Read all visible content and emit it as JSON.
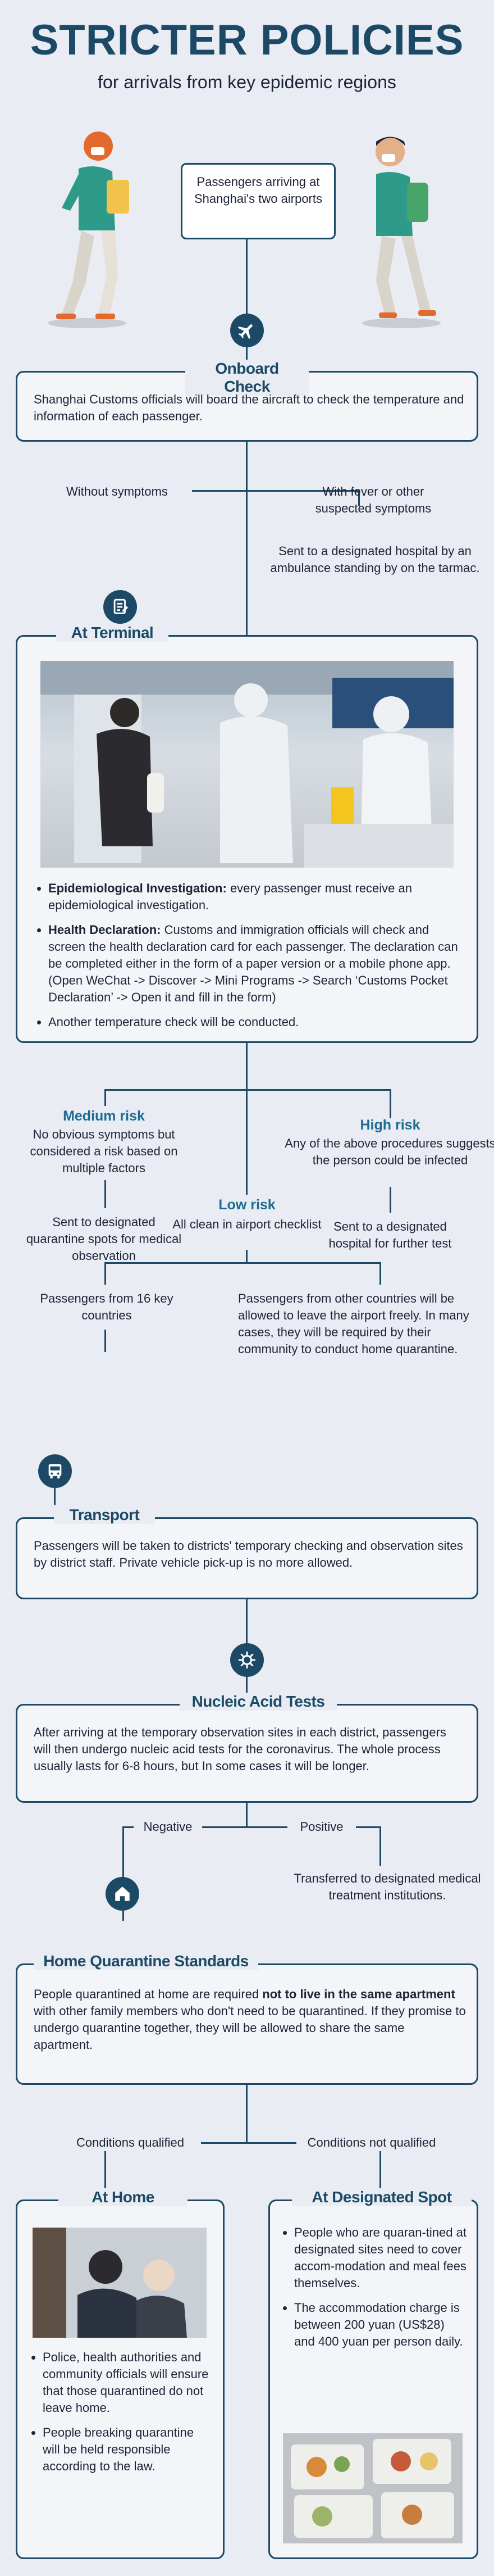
{
  "header": {
    "title": "STRICTER POLICIES",
    "subtitle": "for arrivals from key epidemic regions"
  },
  "intro": {
    "passengers": "Passengers arriving at Shanghai's two airports"
  },
  "onboard": {
    "title": "Onboard Check",
    "text": "Shanghai Customs officials will board the aircraft to check the temperature and information of each passenger.",
    "without_symptoms": "Without symptoms",
    "with_fever": "With fever or other suspected symptoms",
    "sent_hospital": "Sent to a designated hospital by an ambulance standing by on the tarmac."
  },
  "terminal": {
    "title": "At Terminal",
    "bullets": [
      {
        "bold": "Epidemiological Investigation:",
        "text": " every passenger must receive an epidemiological investigation."
      },
      {
        "bold": "Health Declaration:",
        "text": " Customs and immigration officials will check and screen the health declaration card for each passenger. The declaration can be completed either in the form of a paper version or a mobile phone app. (Open WeChat -> Discover -> Mini Programs -> Search ‘Customs Pocket Declaration’ -> Open it and fill in the form)"
      },
      {
        "bold": "",
        "text": "Another temperature check will be conducted."
      }
    ]
  },
  "risk": {
    "medium_title": "Medium risk",
    "medium_text": "No obvious symptoms but considered a risk based on multiple factors",
    "medium_result": "Sent to designated quarantine spots for medical observation",
    "high_title": "High risk",
    "high_text": "Any of the above procedures suggests the person could be infected",
    "high_result": "Sent to a designated hospital for further test",
    "low_title": "Low risk",
    "low_text": "All clean in airport checklist",
    "from16": "Passengers from 16 key countries",
    "other_countries": "Passengers from other countries will be allowed to leave the airport freely. In many cases, they will be required by their community to conduct home quarantine."
  },
  "transport": {
    "title": "Transport",
    "text": "Passengers will be taken to districts' temporary checking and observation sites by district staff. Private vehicle pick-up is no more allowed."
  },
  "nucleic": {
    "title": "Nucleic Acid Tests",
    "text": "After arriving at the temporary observation sites in each district, passengers will then undergo nucleic acid tests for the coronavirus. The whole process usually lasts for 6-8 hours, but In some cases it will be longer.",
    "negative": "Negative",
    "positive": "Positive",
    "transferred": "Transferred to designated medical treatment institutions."
  },
  "home_q": {
    "title": "Home Quarantine Standards",
    "text_a": "People quarantined at home are required ",
    "text_bold": "not to live in the same apartment",
    "text_b": " with other family members who don't need to be quarantined. If they promise to undergo quarantine together, they will be allowed to share the same apartment.",
    "qualified": "Conditions qualified",
    "not_qualified": "Conditions not qualified"
  },
  "at_home": {
    "title": "At Home",
    "bullets": [
      "Police, health authorities and community officials will ensure that those quarantined do not leave home.",
      "People breaking quarantine will be held responsible according to the law."
    ]
  },
  "designated": {
    "title": "At Designated Spot",
    "bullets": [
      "People who are quaran-tined at designated sites need to cover accom-modation and meal fees themselves.",
      "The accommodation charge is between 200 yuan (US$28) and 400 yuan per person daily."
    ]
  },
  "colors": {
    "navy": "#1c4a66",
    "accent": "#1e6c93",
    "background": "#e9ecf3"
  }
}
